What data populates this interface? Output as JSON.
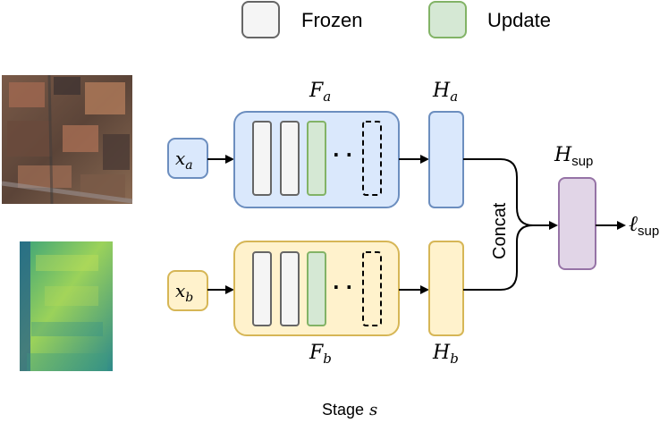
{
  "legend": {
    "frozen_label": "Frozen",
    "update_label": "Update"
  },
  "colors": {
    "blue_fill": "#dae8fc",
    "blue_stroke": "#6c8ebf",
    "yellow_fill": "#fff2cc",
    "yellow_stroke": "#d6b656",
    "purple_fill": "#e1d5e7",
    "purple_stroke": "#9673a6",
    "frozen_fill": "#f5f5f5",
    "frozen_stroke": "#666666",
    "update_fill": "#d5e8d4",
    "update_stroke": "#82b366"
  },
  "branch_a": {
    "input_base": "x",
    "input_sub": "a",
    "encoder_base": "F",
    "encoder_sub": "a",
    "head_base": "H",
    "head_sub": "a",
    "ellipsis": "· ·"
  },
  "branch_b": {
    "input_base": "x",
    "input_sub": "b",
    "encoder_base": "F",
    "encoder_sub": "b",
    "head_base": "H",
    "head_sub": "b",
    "ellipsis": "· ·"
  },
  "fusion": {
    "concat_label": "Concat",
    "head_base": "H",
    "head_sub": "sup",
    "loss_base": "ℓ",
    "loss_sub": "sup"
  },
  "footer": {
    "stage_label": "Stage",
    "stage_symbol": "s"
  }
}
